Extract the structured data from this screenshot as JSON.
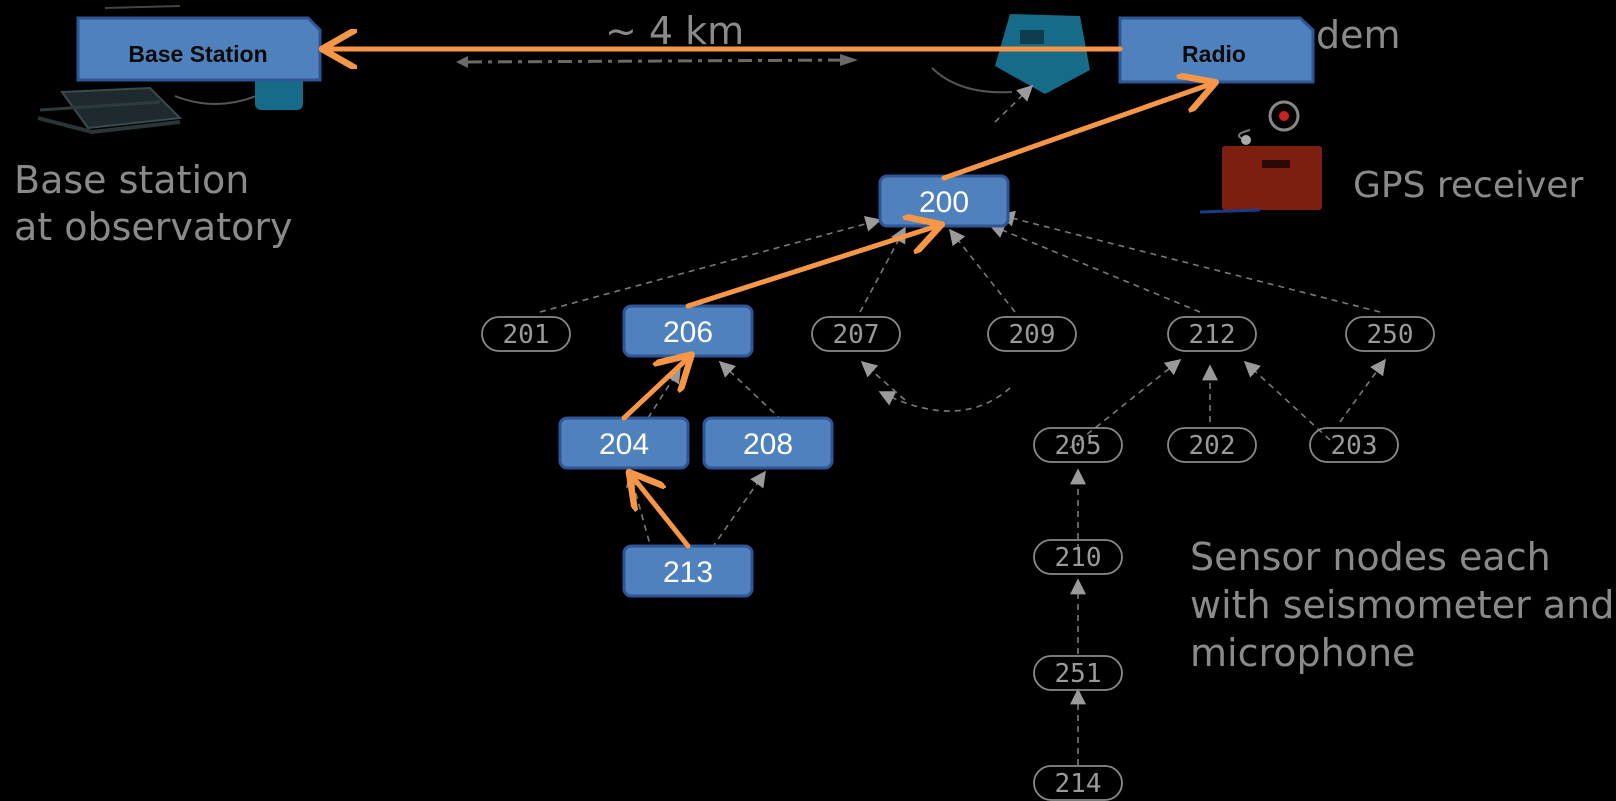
{
  "distance_label": "~ 4 km",
  "base_station_caption": [
    "Base station",
    "at observatory"
  ],
  "modem_caption": "dem",
  "gps_caption": "GPS receiver",
  "sensor_caption": [
    "Sensor nodes each",
    "with seismometer and",
    "microphone"
  ],
  "highlight_boxes": {
    "base_station": "Base Station",
    "radio": "Radio",
    "n200": "200",
    "n206": "206",
    "n204": "204",
    "n208": "208",
    "n213": "213"
  },
  "sensor_nodes": [
    "201",
    "207",
    "209",
    "212",
    "250",
    "205",
    "202",
    "203",
    "210",
    "251",
    "214"
  ],
  "colors": {
    "background": "#000000",
    "box_fill": "#4f81bd",
    "box_border": "#2f5597",
    "route_arrow": "#f79646",
    "faint_line": "#888888"
  },
  "icons": [
    "laptop-icon",
    "radio-modem-icon",
    "gps-receiver-icon"
  ]
}
